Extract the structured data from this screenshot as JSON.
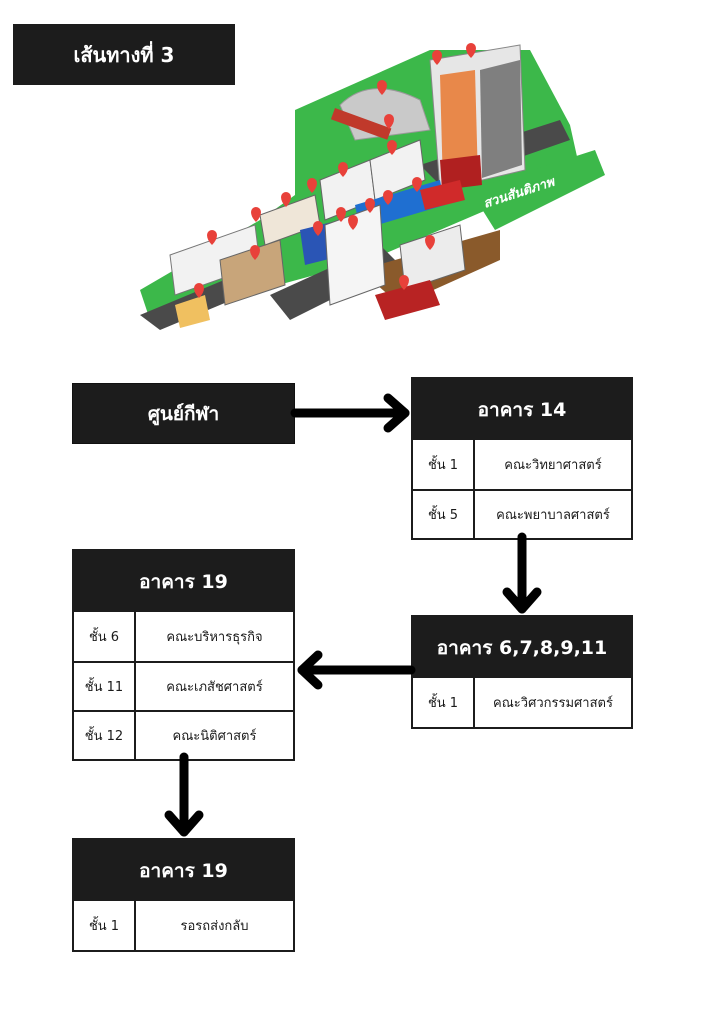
{
  "title": "เส้นทางที่ 3",
  "map": {
    "park_label": "สวนสันติภาพ",
    "colors": {
      "lawn": "#3cb84a",
      "road": "#4a4a4a",
      "soil": "#8a5a2b",
      "pin": "#e8413a"
    }
  },
  "start": {
    "label": "ศูนย์กีฬา"
  },
  "buildings": [
    {
      "name": "อาคาร 14",
      "rows": [
        {
          "floor": "ชั้น 1",
          "faculty": "คณะวิทยาศาสตร์"
        },
        {
          "floor": "ชั้น 5",
          "faculty": "คณะพยาบาลศาสตร์"
        }
      ]
    },
    {
      "name": "อาคาร 6,7,8,9,11",
      "rows": [
        {
          "floor": "ชั้น 1",
          "faculty": "คณะวิศวกรรมศาสตร์"
        }
      ]
    },
    {
      "name": "อาคาร 19",
      "rows": [
        {
          "floor": "ชั้น 6",
          "faculty": "คณะบริหารธุรกิจ"
        },
        {
          "floor": "ชั้น 11",
          "faculty": "คณะเภสัชศาสตร์"
        },
        {
          "floor": "ชั้น 12",
          "faculty": "คณะนิติศาสตร์"
        }
      ]
    },
    {
      "name": "อาคาร 19",
      "rows": [
        {
          "floor": "ชั้น 1",
          "faculty": "รอรถส่งกลับ"
        }
      ]
    }
  ],
  "flow": [
    "start",
    "building-14",
    "building-6-11",
    "building-19-upper",
    "building-19-ground"
  ]
}
